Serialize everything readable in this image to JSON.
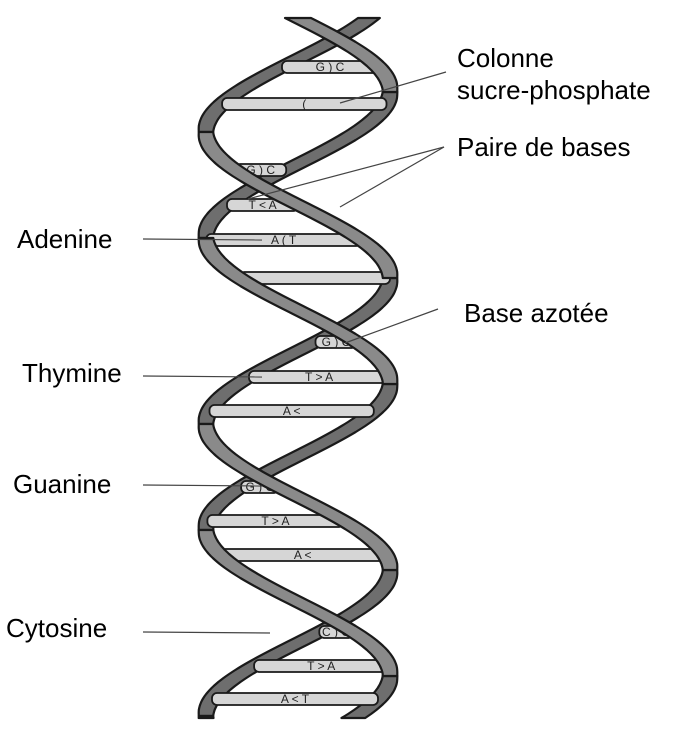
{
  "labels": {
    "backbone": [
      "Colonne",
      "sucre-phosphate"
    ],
    "base_pair": "Paire de bases",
    "nitrogen_base": "Base azotée",
    "adenine": "Adenine",
    "thymine": "Thymine",
    "guanine": "Guanine",
    "cytosine": "Cytosine"
  },
  "rungs": [
    {
      "text": "G ) C"
    },
    {
      "text": "("
    },
    {
      "text": "G ) C"
    },
    {
      "text": "T < A"
    },
    {
      "text": "A ( T"
    },
    {
      "text": ""
    },
    {
      "text": "G ) C"
    },
    {
      "text": "T > A"
    },
    {
      "text": "A <"
    },
    {
      "text": "G ) C"
    },
    {
      "text": "T > A"
    },
    {
      "text": "A <"
    },
    {
      "text": "C ) G"
    },
    {
      "text": "T > A"
    },
    {
      "text": "A < T"
    }
  ],
  "colors": {
    "strand": "#8a8a8a",
    "strand_back": "#6e6e6e",
    "rung": "#d6d6d6",
    "outline": "#1a1a1a"
  }
}
